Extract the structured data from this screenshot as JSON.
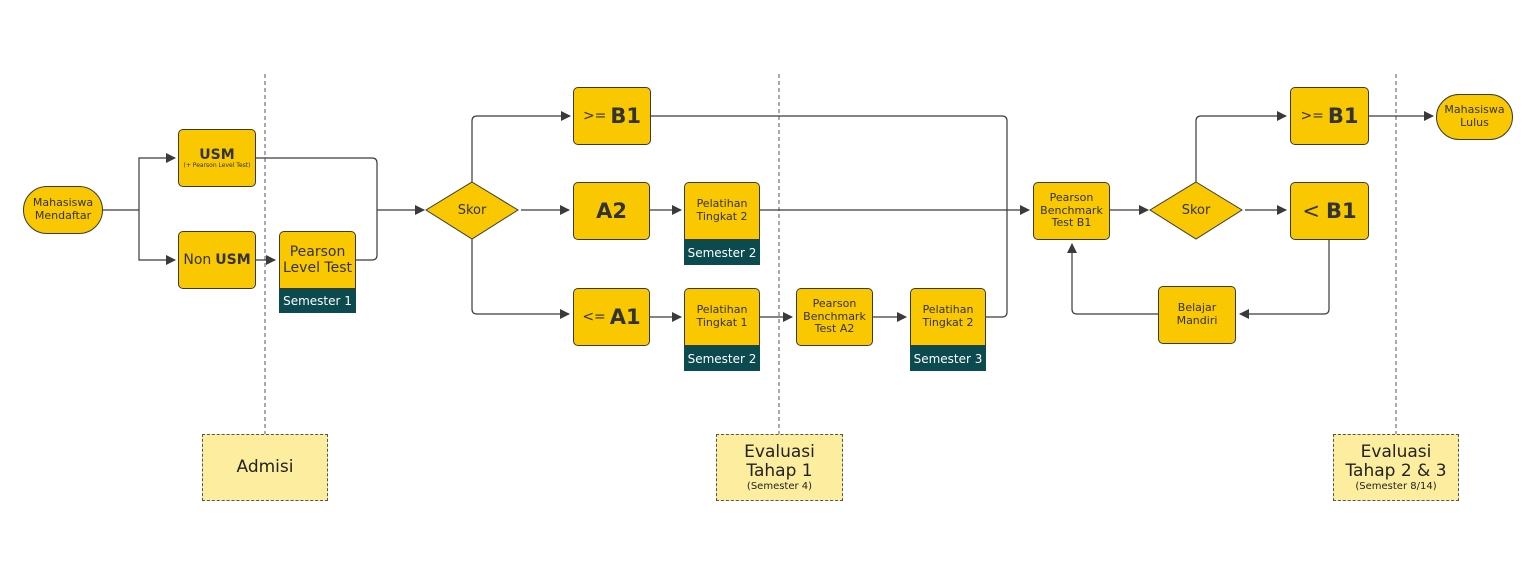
{
  "nodes": {
    "mahasiswa_mendaftar": [
      "Mahasiswa",
      "Mendaftar"
    ],
    "usm_title": "USM",
    "usm_sub": "(+ Pearson Level Test)",
    "non_prefix": "Non",
    "non_usm": "USM",
    "pearson_level_test": [
      "Pearson",
      "Level Test"
    ],
    "skor_1": "Skor",
    "ge_op": ">=",
    "ge_level": "B1",
    "a2": "A2",
    "le_op": "<=",
    "le_level": "A1",
    "pelatihan_t2_a": [
      "Pelatihan",
      "Tingkat 2"
    ],
    "pelatihan_t1": [
      "Pelatihan",
      "Tingkat 1"
    ],
    "pbt_a2": [
      "Pearson",
      "Benchmark",
      "Test A2"
    ],
    "pelatihan_t2_b": [
      "Pelatihan",
      "Tingkat 2"
    ],
    "pbt_b1": [
      "Pearson",
      "Benchmark",
      "Test B1"
    ],
    "skor_2": "Skor",
    "ge2_op": ">=",
    "ge2_level": "B1",
    "lt_op": "<",
    "lt_level": "B1",
    "belajar_mandiri": [
      "Belajar",
      "Mandiri"
    ],
    "mahasiswa_lulus": [
      "Mahasiswa",
      "Lulus"
    ]
  },
  "semesters": {
    "s1": "Semester 1",
    "s2a": "Semester 2",
    "s2b": "Semester 2",
    "s3": "Semester 3"
  },
  "stages": {
    "admisi": "Admisi",
    "eval1_line1": "Evaluasi",
    "eval1_line2": "Tahap 1",
    "eval1_sub": "(Semester 4)",
    "eval23_line1": "Evaluasi",
    "eval23_line2": "Tahap 2 & 3",
    "eval23_sub": "(Semester 8/14)"
  },
  "colors": {
    "node_fill": "#f9c800",
    "semester_fill": "#0b4a4e",
    "stage_fill": "#fcee9e",
    "line": "#3a3a3a"
  }
}
